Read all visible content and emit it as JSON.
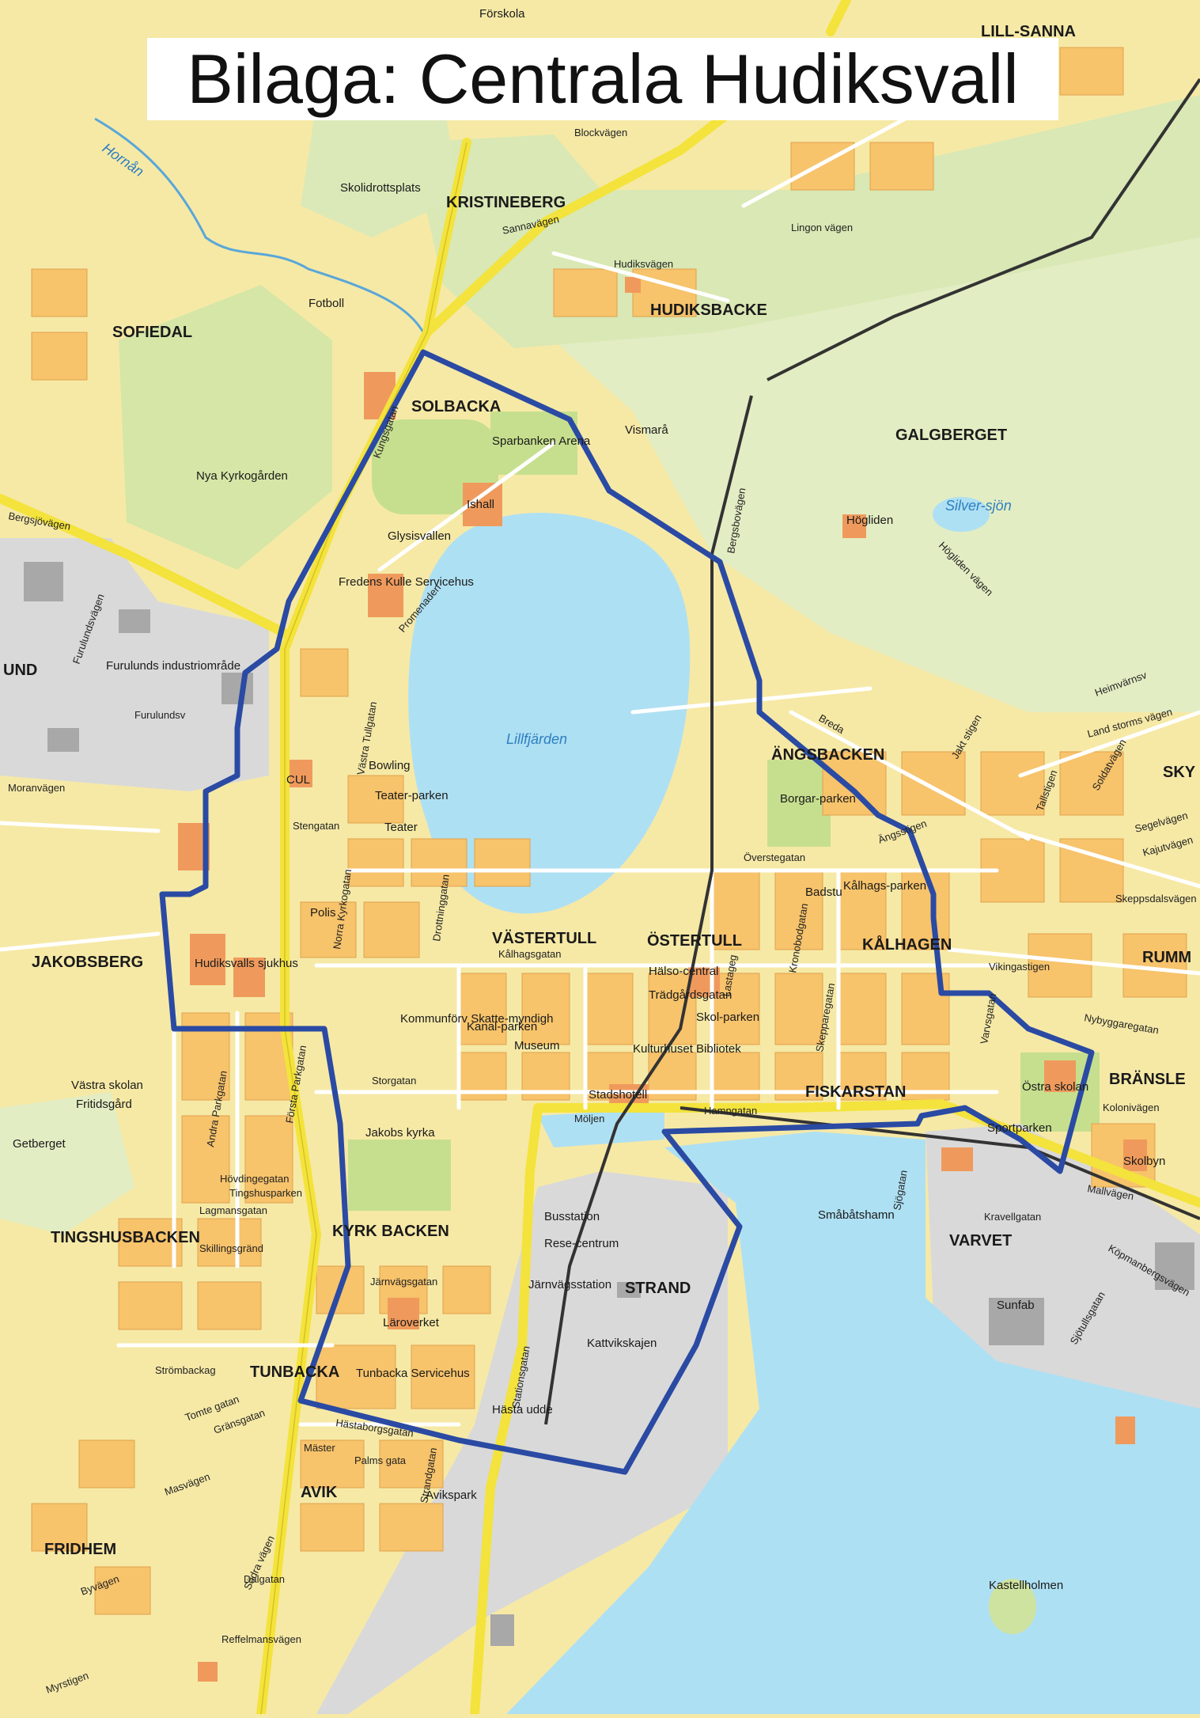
{
  "title": "Bilaga: Centrala Hudiksvall",
  "colors": {
    "land": "#f6e9a6",
    "block": "#f7c36b",
    "park": "#cfe3a0",
    "forest": "#e3edc3",
    "water": "#aee0f3",
    "industrial": "#d9d9d9",
    "main_road": "#f3e33c",
    "boundary": "#2a4aa3",
    "railway": "#333333",
    "building": "#ef9a5c"
  },
  "districts": [
    "LILL-SANNA",
    "KRISTINEBERG",
    "HUDIKSBACKE",
    "SOFIEDAL",
    "SOLBACKA",
    "GALGBERGET",
    "UND",
    "ÄNGSBACKEN",
    "SKY",
    "JAKOBSBERG",
    "VÄSTERTULL",
    "ÖSTERTULL",
    "KÅLHAGEN",
    "RUMM",
    "FISKARSTAN",
    "BRÄNSLE",
    "TINGSHUSBACKEN",
    "KYRK BACKEN",
    "STRAND",
    "VARVET",
    "TUNBACKA",
    "AVIK",
    "FRIDHEM"
  ],
  "places": [
    "Förskola",
    "Skolidrottsplats",
    "Fotboll",
    "Nya Kyrkogården",
    "Sparbanken Arena",
    "Vismarå",
    "Ishall",
    "Glysisvallen",
    "Fredens Kulle Servicehus",
    "Furulunds industriområde",
    "Högliden",
    "Bowling",
    "Teater-parken",
    "Teater",
    "CUL",
    "Polis",
    "Borgar-parken",
    "Kålhags-parken",
    "Badstu",
    "Hälso-central",
    "Trädgårdsgatan",
    "Skol-parken",
    "Kulturhuset Bibliotek",
    "Hudiksvalls sjukhus",
    "Kommunförv Skatte-myndigh",
    "Kanal-parken",
    "Museum",
    "Stadshotell",
    "Västra skolan",
    "Fritidsgård",
    "Östra skolan",
    "Sportparken",
    "Skolbyn",
    "Getberget",
    "Jakobs kyrka",
    "Busstation",
    "Rese-centrum",
    "Järnvägsstation",
    "Kattvikskajen",
    "Småbåtshamn",
    "Sunfab",
    "Läroverket",
    "Tunbacka Servicehus",
    "Hästa udde",
    "Kastellholmen",
    "Avikspark"
  ],
  "streets": [
    "Sannavägen",
    "Hudiksvägen",
    "Blockvägen",
    "Lingon vägen",
    "Kungsgatan",
    "Promenaden",
    "Bergsjövägen",
    "Furulundsvägen",
    "Furulundsv",
    "Moranvägen",
    "Stengatan",
    "Västra Tullgatan",
    "Drottninggatan",
    "Norra Kyrkogatan",
    "Storgatan",
    "Hamngatan",
    "Kålhagsgatan",
    "Överstegatan",
    "Skeppsdalsvägen",
    "Vikingastigen",
    "Nybyggaregatan",
    "Kolonivägen",
    "Mallvägen",
    "Kravellgatan",
    "Köpmanbergsvägen",
    "Sjötullsgatan",
    "Stationsgatan",
    "Järnvägsgatan",
    "Skillingsgränd",
    "Lagmansgatan",
    "Tingshusparken",
    "Hövdingegatan",
    "Första Parkgatan",
    "Andra Parkgatan",
    "Strömbackag",
    "Tomte gatan",
    "Gränsgatan",
    "Masvägen",
    "Byvägen",
    "Södra vägen",
    "Dalgatan",
    "Reffelmansvägen",
    "Myrstigen",
    "Hästaborgsgatan",
    "Mäster",
    "Palms gata",
    "Strandgatan",
    "Skepparegatan",
    "Kronobodgatan",
    "Lastageg",
    "Varvsgatan",
    "Sjögatan",
    "Breda",
    "Ängsstigen",
    "Jakt stigen",
    "Tallstigen",
    "Soldatvägen",
    "Segelvägen",
    "Kajutvägen",
    "Heimvärnsv",
    "Land storms vägen",
    "Högliden vägen",
    "Bergsbovägen"
  ],
  "water": {
    "lake": "Lillfjärden",
    "pond": "Silver-sjön",
    "river": "Hornån",
    "strait": "Möljen"
  }
}
